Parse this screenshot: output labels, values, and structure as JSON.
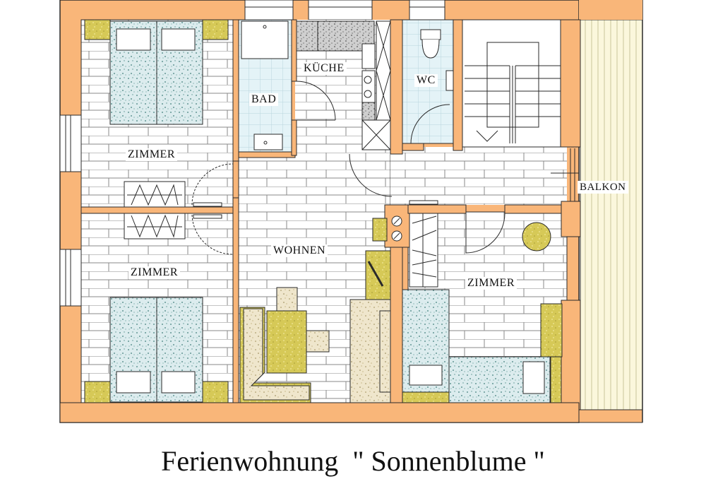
{
  "plan": {
    "title": "Ferienwohnung  \" Sonnenblume \"",
    "colors": {
      "wall": "#F9B679",
      "wall_outline": "#2a2a2a",
      "floor_tile": "#ffffff",
      "tile_line": "#8a8a8a",
      "bath_tile": "#dff0f5",
      "bed_fill": "#d6ecee",
      "sofa_fill": "#e9dfc3",
      "table_fill": "#d4c24a",
      "balcony_fill": "#fbf7dc",
      "balcony_stripe": "#c9c49a"
    },
    "rooms": [
      {
        "id": "zimmer-top-left",
        "label": "ZIMMER"
      },
      {
        "id": "bad",
        "label": "BAD"
      },
      {
        "id": "kueche",
        "label": "KÜCHE"
      },
      {
        "id": "wc",
        "label": "WC"
      },
      {
        "id": "balkon",
        "label": "BALKON"
      },
      {
        "id": "zimmer-bottom-left",
        "label": "ZIMMER"
      },
      {
        "id": "wohnen",
        "label": "WOHNEN"
      },
      {
        "id": "zimmer-bottom-right",
        "label": "ZIMMER"
      }
    ]
  }
}
